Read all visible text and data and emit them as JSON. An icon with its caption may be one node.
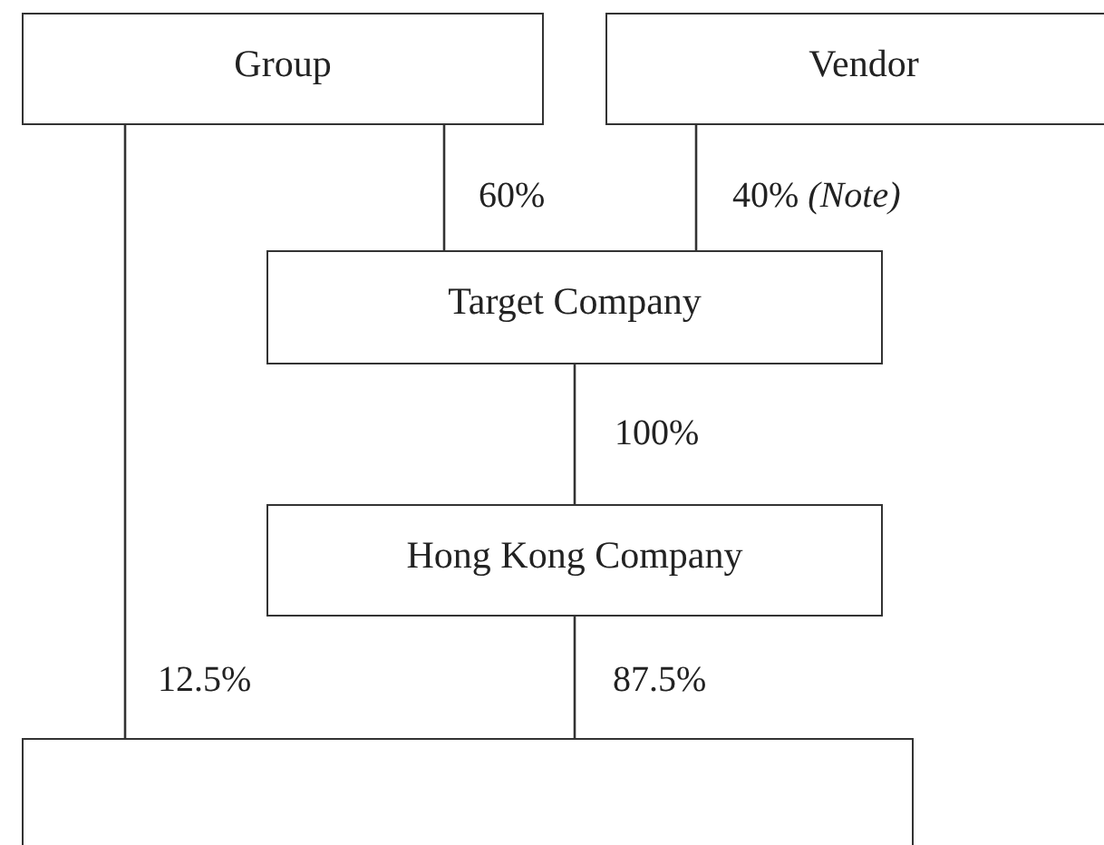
{
  "diagram": {
    "nodes": [
      {
        "text": [
          "Group"
        ]
      },
      {
        "text": [
          "Vendor"
        ]
      },
      {
        "text": [
          "Target Company"
        ]
      },
      {
        "text": [
          "Hong Kong Company"
        ]
      },
      {
        "text": [],
        "shape": "box"
      }
    ],
    "edges": [
      {
        "from": 0,
        "to": 2,
        "arrow": "none",
        "label": "60%"
      },
      {
        "from": 1,
        "to": 2,
        "arrow": "none",
        "label": "40% *(Note)*"
      },
      {
        "from": 2,
        "to": 3,
        "arrow": "none",
        "label": "100%"
      },
      {
        "from": 0,
        "to": 4,
        "arrow": "none",
        "label": "12.5%"
      },
      {
        "from": 3,
        "to": 4,
        "arrow": "none",
        "label": "87.5%"
      }
    ]
  }
}
